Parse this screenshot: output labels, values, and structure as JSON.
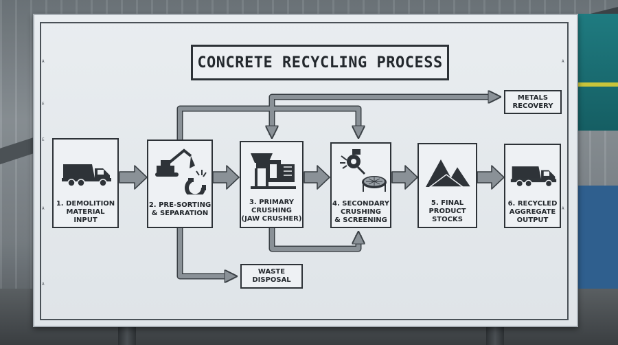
{
  "title": "CONCRETE RECYCLING PROCESS",
  "steps": [
    {
      "label": "1. DEMOLITION\nMATERIAL\nINPUT",
      "icon": "dump-truck-icon"
    },
    {
      "label": "2. PRE-SORTING\n& SEPARATION",
      "icon": "excavator-magnet-icon"
    },
    {
      "label": "3. PRIMARY\nCRUSHING\n(JAW CRUSHER)",
      "icon": "jaw-crusher-icon"
    },
    {
      "label": "4. SECONDARY\nCRUSHING\n& SCREENING",
      "icon": "impact-crusher-screen-icon"
    },
    {
      "label": "5. FINAL\nPRODUCT\nSTOCKS",
      "icon": "stockpile-icon"
    },
    {
      "label": "6. RECYCLED\nAGGREGATE\nOUTPUT",
      "icon": "dump-truck-icon"
    }
  ],
  "side_outputs": {
    "metals": "METALS\nRECOVERY",
    "waste": "WASTE\nDISPOSAL"
  },
  "colors": {
    "arrow_fill": "#8a9197",
    "arrow_stroke": "#3a4045",
    "ink": "#23282d"
  }
}
